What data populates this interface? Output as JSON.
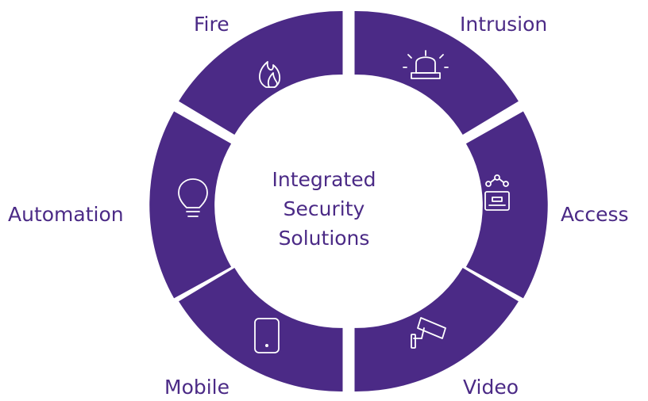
{
  "diagram": {
    "center": {
      "lines": [
        "Integrated",
        "Security",
        "Solutions"
      ]
    },
    "segments": [
      {
        "label": "Fire",
        "icon": "flame-icon"
      },
      {
        "label": "Intrusion",
        "icon": "alarm-light-icon"
      },
      {
        "label": "Access",
        "icon": "access-control-icon"
      },
      {
        "label": "Video",
        "icon": "security-camera-icon"
      },
      {
        "label": "Mobile",
        "icon": "smartphone-icon"
      },
      {
        "label": "Automation",
        "icon": "lightbulb-icon"
      }
    ],
    "colors": {
      "ring": "#4B2A86",
      "center": "#FFFFFF",
      "text": "#4B2A86",
      "icons": "#FFFFFF"
    }
  }
}
